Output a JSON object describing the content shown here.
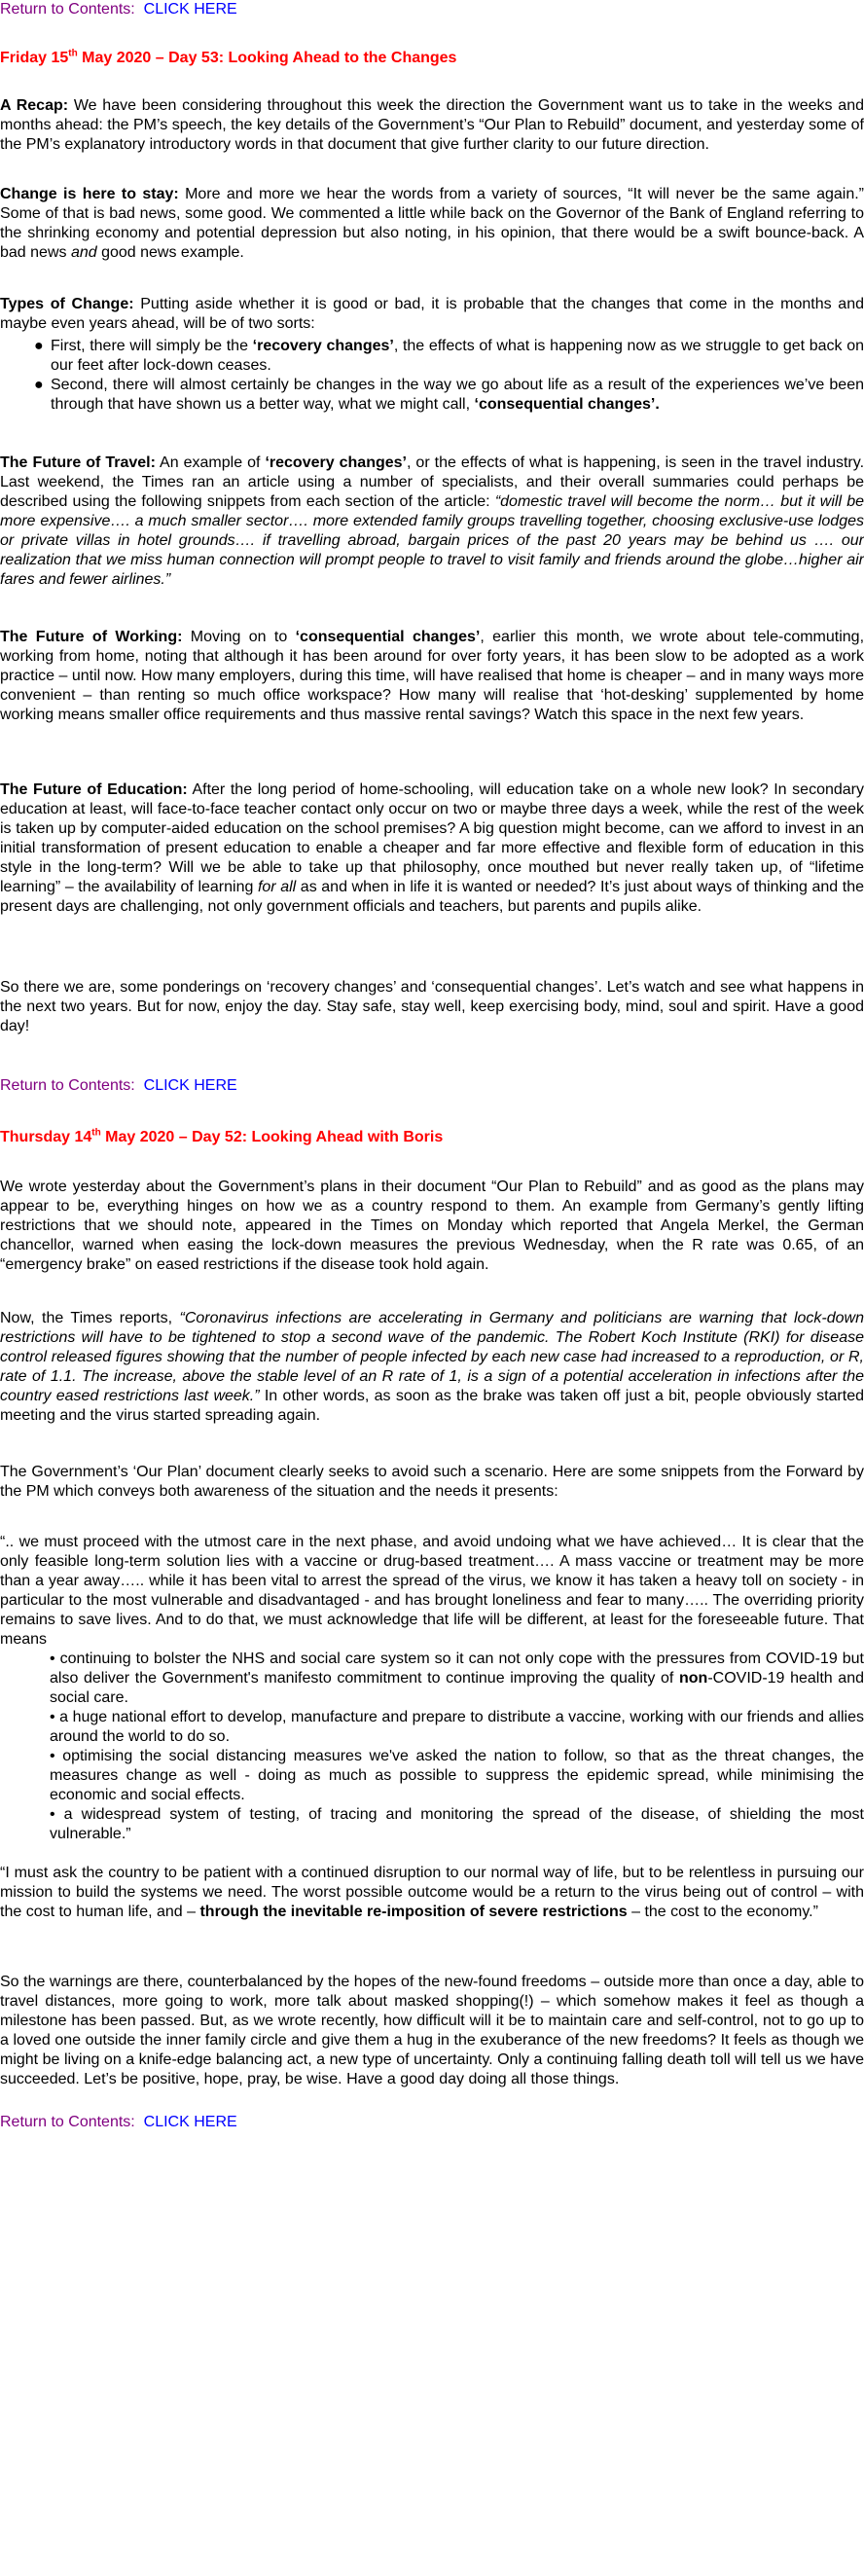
{
  "return_label": "Return to Contents:",
  "return_link": "CLICK HERE",
  "day53": {
    "heading_pre": "Friday 15",
    "heading_sup": "th",
    "heading_post": " May 2020 – Day 53: Looking Ahead to the Changes",
    "recap_lead": "A Recap:",
    "recap_text": " We have been considering throughout this week the direction the Government want us to take in the weeks and months ahead: the PM’s speech, the key details of the Government’s “Our Plan to Rebuild” document, and yesterday some of the PM’s explanatory introductory words in that document that give further clarity to our future direction.",
    "change_lead": "Change is here to stay:",
    "change_text_1": " More and more we hear the words from a variety of sources, “It will never be the same again.” Some of that is bad news, some good. We commented a little while back on the Governor of the Bank of England referring to the shrinking economy and potential depression but also noting, in his opinion, that there would be a swift bounce-back. A bad news ",
    "change_and": "and",
    "change_text_2": " good news example.",
    "types_lead": "Types of Change:",
    "types_text": " Putting aside whether it is good or bad, it is probable that the changes that come in the months and maybe even years ahead, will be of two sorts:",
    "bullet_char": "●",
    "types_b1_pre": "First, there will simply be the ",
    "types_b1_bold": "‘recovery changes’",
    "types_b1_post": ", the effects of what is happening now as we struggle to get back on our feet after lock-down ceases.",
    "types_b2_pre": "Second, there will almost certainly be changes in the way we go about life as a result of the experiences we’ve been through that have shown us a better way, what we might call, ",
    "types_b2_bold": "‘consequential changes’.",
    "travel_lead": "The Future of Travel:",
    "travel_text_1": " An example of ",
    "travel_bold": "‘recovery changes’",
    "travel_text_2": ", or the effects of what is happening, is seen in the travel industry.  Last weekend, the Times ran an article using a number of specialists, and their overall summaries could perhaps be described using the following snippets from each section of the article: ",
    "travel_quote": "“domestic travel will become the norm… but it will be more expensive…. a much smaller sector…. more extended family groups travelling together, choosing exclusive-use lodges or private villas in hotel grounds…. if travelling abroad, bargain prices of the past 20 years may be behind us …. our realization that we miss human connection will prompt people to travel to visit family and friends around the globe…higher air fares and fewer airlines.”",
    "working_lead": "The Future of Working:",
    "working_text_1": " Moving on to ",
    "working_bold": "‘consequential changes’",
    "working_text_2": ", earlier this month, we wrote about tele-commuting, working from home, noting that although it has been around for over forty years, it has been slow to be adopted as a work practice – until now. How many employers, during this time, will have realised that home is cheaper – and in many ways more convenient – than renting so much office workspace? How many will realise that ‘hot-desking’ supplemented by home working means smaller office requirements and thus massive rental savings? Watch this space in the next few years.",
    "education_lead": "The Future of Education:",
    "education_text_1": " After the long period of home-schooling, will education take on a whole new look? In secondary education at least, will face-to-face teacher contact only occur on two or maybe three days a week, while the rest of the week is taken up by computer-aided education on the school premises? A big question might become, can we afford to invest in an initial transformation of present education to enable a cheaper and far more effective and flexible form of education in this style in the long-term? Will we be able to take up that philosophy, once mouthed but never really taken up, of “lifetime learning” – the availability of learning ",
    "education_italic": "for all",
    "education_text_2": " as and when in life it is wanted or needed? It’s just about ways of thinking and the present days are challenging, not only government officials and teachers, but parents and pupils alike.",
    "closing": "So there we are, some ponderings on ‘recovery changes’ and ‘consequential changes’. Let’s watch and see what happens in the next two years. But for now, enjoy the day. Stay safe, stay well, keep exercising body, mind, soul and spirit. Have a good day!"
  },
  "day52": {
    "heading_pre": "Thursday 14",
    "heading_sup": "th",
    "heading_post": " May 2020 – Day 52: Looking Ahead with Boris",
    "p1": "We wrote yesterday about the Government’s plans in their document “Our Plan to Rebuild” and as good as the plans may appear to be, everything hinges on how we as a country respond to them. An example from Germany’s gently lifting restrictions that we should note, appeared in the Times on Monday which reported that Angela Merkel, the German chancellor, warned when easing the lock-down measures the previous Wednesday, when the R rate was 0.65, of an “emergency brake” on eased restrictions if the disease took hold again.",
    "p2_pre": "Now, the Times reports, ",
    "p2_quote": "“Coronavirus infections are accelerating in Germany and politicians are warning that lock-down restrictions will have to be tightened to stop a second wave of the pandemic.  The Robert Koch Institute (RKI) for disease control released figures showing that the number of people infected by each new case had increased to a reproduction, or R, rate of 1.1. The increase, above the stable level of an R rate of 1, is a sign of a potential acceleration in infections after the country eased restrictions last week.”",
    "p2_post": "  In other words, as soon as the brake was taken off just a bit, people obviously started meeting and the virus started spreading again.",
    "p3": "The Government’s ‘Our Plan’ document clearly seeks to avoid such a scenario. Here are some snippets from the Forward by the PM which conveys both awareness of the situation and the needs it presents:",
    "quote": "“.. we must proceed with the utmost care in the next phase, and avoid undoing what we have achieved… It is clear that the only feasible long-term solution lies with a vaccine or drug-based treatment…. A mass vaccine or treatment may be more than a year away….. while it has been vital to arrest the spread of the virus, we know it has taken a heavy toll on society - in particular to the most vulnerable and disadvantaged - and has brought loneliness and fear to many….. The overriding priority remains to save lives. And to do that, we must acknowledge that life will be different, at least for the foreseeable future. That means",
    "sb_char": "•",
    "sb1_pre": "continuing to bolster the NHS and social care system so it can not only cope with the pressures from COVID-19 but also deliver the Government's manifesto commitment to continue improving the quality of ",
    "sb1_bold": "non",
    "sb1_post": "-COVID-19 health and social care.",
    "sb2": "a huge national effort to develop, manufacture and prepare to distribute a vaccine, working with our friends and allies around the world to do so.",
    "sb3": "optimising the social distancing measures we've asked the nation to follow, so that as the threat changes, the measures change as well - doing as much as possible to suppress the epidemic spread, while minimising the economic and social effects.",
    "sb4": "a widespread system of testing, of tracing and monitoring the spread of the disease, of shielding the most vulnerable.”",
    "p4_pre": "“I must ask the country to be patient with a continued disruption to our normal way of life, but to be relentless in pursuing our mission to build the systems we need. The worst possible outcome would be a return to the virus being out of control – with the cost to human life, and – ",
    "p4_bold": "through the inevitable re-imposition of severe restrictions",
    "p4_post": " – the cost to the economy.”",
    "p5": "So the warnings are there, counterbalanced by the hopes of the new-found freedoms – outside more than once a day, able to travel distances, more going to work, more talk about masked shopping(!) – which somehow makes it feel as though a milestone has been passed. But, as we wrote recently, how difficult will it be to maintain care and self-control, not to go up to a loved one outside the inner family circle and give them a hug in the exuberance of the new freedoms? It feels as though we might be living on a knife-edge balancing act, a new type of uncertainty. Only a continuing falling death toll will tell us we have succeeded. Let’s be positive, hope, pray, be wise. Have a good day doing all those things."
  }
}
